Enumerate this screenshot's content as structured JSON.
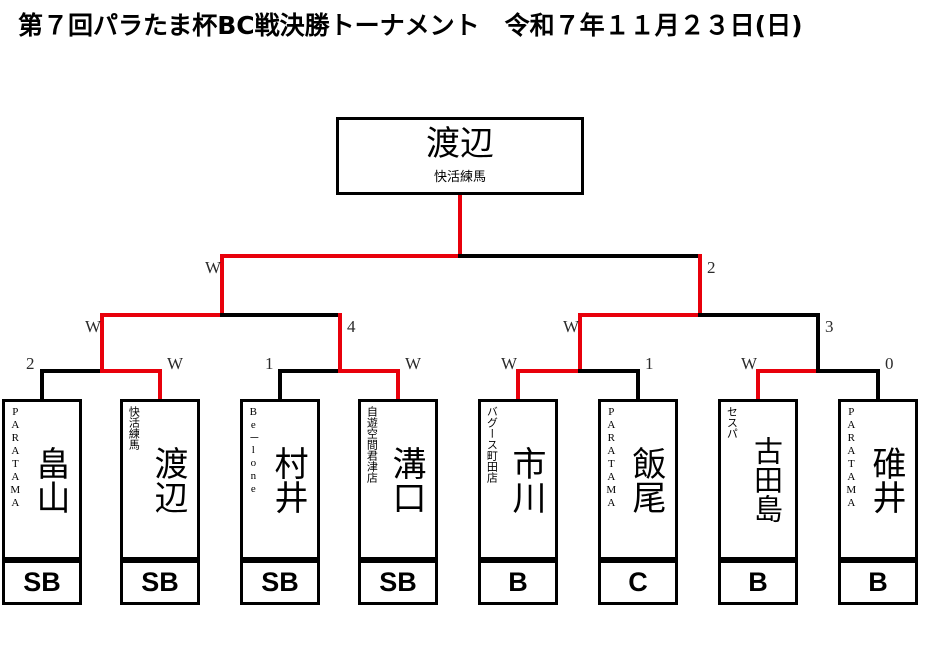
{
  "header": {
    "title": "第７回パラたま杯BC戦決勝トーナメント　令和７年１１月２３日(日)"
  },
  "colors": {
    "winner_path": "#e8000b",
    "line": "#000000",
    "background": "#ffffff",
    "text": "#000000"
  },
  "champion": {
    "name": "渡辺",
    "team": "快活練馬"
  },
  "players": [
    {
      "seat": 1,
      "name": "畠山",
      "team": "PARATAMA",
      "team_latin": true,
      "category": "SB"
    },
    {
      "seat": 2,
      "name": "渡辺",
      "team": "快活練馬",
      "team_latin": false,
      "category": "SB"
    },
    {
      "seat": 3,
      "name": "村井",
      "team": "Be－lone",
      "team_latin": true,
      "category": "SB"
    },
    {
      "seat": 4,
      "name": "溝口",
      "team": "自遊空間君津店",
      "team_latin": false,
      "category": "SB"
    },
    {
      "seat": 5,
      "name": "市川",
      "team": "バグース町田店",
      "team_latin": false,
      "category": "B"
    },
    {
      "seat": 6,
      "name": "飯尾",
      "team": "PARATAMA",
      "team_latin": true,
      "category": "C"
    },
    {
      "seat": 7,
      "name": "古田島",
      "team": "セスパ",
      "team_latin": false,
      "category": "B"
    },
    {
      "seat": 8,
      "name": "碓井",
      "team": "PARATAMA",
      "team_latin": true,
      "category": "B"
    }
  ],
  "match_labels": {
    "quarterfinals": [
      {
        "id": "qf1-left",
        "text": "2"
      },
      {
        "id": "qf1-right",
        "text": "W"
      },
      {
        "id": "qf2-left",
        "text": "1"
      },
      {
        "id": "qf2-right",
        "text": "W"
      },
      {
        "id": "qf3-left",
        "text": "W"
      },
      {
        "id": "qf3-right",
        "text": "1"
      },
      {
        "id": "qf4-left",
        "text": "W"
      },
      {
        "id": "qf4-right",
        "text": "0"
      }
    ],
    "semifinals": [
      {
        "id": "sf1-left",
        "text": "W"
      },
      {
        "id": "sf1-right",
        "text": "4"
      },
      {
        "id": "sf2-left",
        "text": "W"
      },
      {
        "id": "sf2-right",
        "text": "3"
      }
    ],
    "final": [
      {
        "id": "final-left",
        "text": "W"
      },
      {
        "id": "final-right",
        "text": "2"
      }
    ]
  }
}
